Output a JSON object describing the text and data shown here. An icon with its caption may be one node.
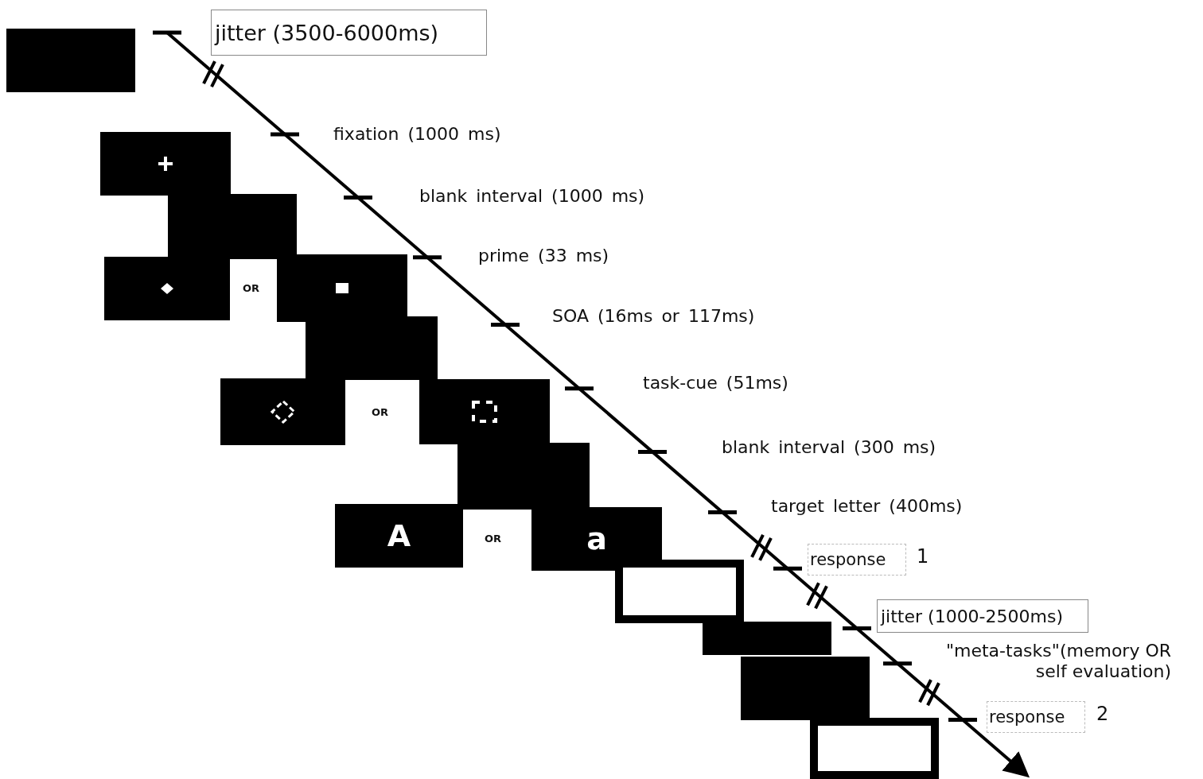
{
  "diagram": {
    "nodes": [
      {
        "text": [
          "jitter (3500-6000ms)"
        ]
      },
      {
        "text": [],
        "shape": "box"
      },
      {
        "text": [],
        "shape": "box"
      },
      {
        "text": [],
        "shape": "box"
      },
      {
        "text": [],
        "shape": "box"
      },
      {
        "text": [],
        "shape": "box"
      },
      {
        "text": [],
        "shape": "box"
      },
      {
        "text": [],
        "shape": "box"
      },
      {
        "text": [],
        "shape": "box"
      },
      {
        "text": [],
        "shape": "box"
      },
      {
        "text": [
          "A"
        ]
      },
      {
        "text": [
          "a"
        ]
      },
      {
        "text": [
          "response"
        ],
        "beside": [
          "1"
        ]
      },
      {
        "text": [],
        "shape": "box"
      },
      {
        "text": [
          "jitter (1000-2500ms)"
        ]
      },
      {
        "text": [],
        "shape": "box"
      },
      {
        "text": [],
        "shape": "box"
      },
      {
        "text": [
          "response"
        ],
        "beside": [
          "2"
        ]
      },
      {
        "text": [],
        "shape": "box"
      }
    ],
    "labels": [
      "fixation (1000 ms)",
      "blank interval (1000 ms)",
      "prime (33 ms)",
      "OR",
      "SOA (16ms or 117ms)",
      "task-cue (51ms)",
      "OR",
      "blank interval (300 ms)",
      "target letter (400ms)",
      "OR",
      "\"meta-tasks\"(memory OR self evaluation)"
    ]
  }
}
